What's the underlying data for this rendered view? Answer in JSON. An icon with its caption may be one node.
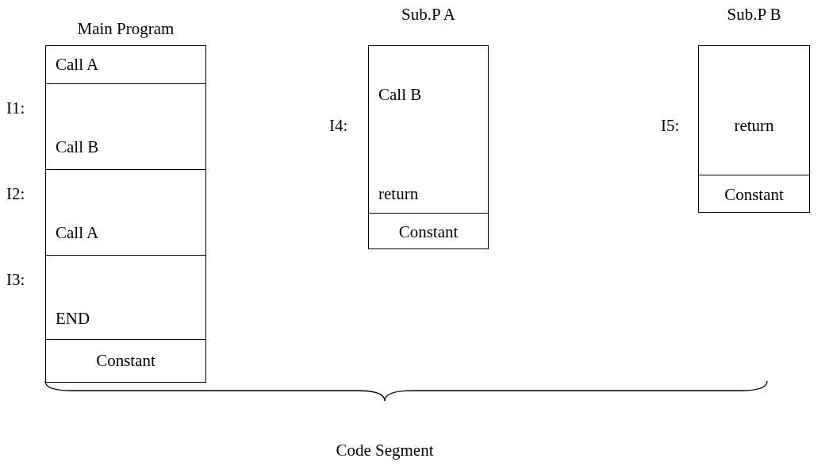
{
  "diagram": {
    "nodes": [
      {
        "text": [
          "Main Program"
        ]
      },
      {
        "text": [
          "Call A"
        ],
        "in": 0
      },
      {
        "text": [
          "Call B"
        ],
        "in": 0,
        "beside": [
          "I1:"
        ]
      },
      {
        "text": [
          "Call A"
        ],
        "in": 0,
        "beside": [
          "I2:"
        ]
      },
      {
        "text": [
          "END"
        ],
        "in": 0,
        "beside": [
          "I3:"
        ]
      },
      {
        "text": [
          "Constant"
        ],
        "in": 0
      },
      {
        "text": [
          "Sub.P A"
        ]
      },
      {
        "text": [
          "Call B",
          "return"
        ],
        "in": 6,
        "beside": [
          "I4:"
        ]
      },
      {
        "text": [
          "Constant"
        ],
        "in": 6
      },
      {
        "text": [
          "Sub.P B"
        ]
      },
      {
        "text": [
          "return"
        ],
        "in": 9,
        "beside": [
          "I5:"
        ]
      },
      {
        "text": [
          "Constant"
        ],
        "in": 9
      }
    ],
    "edges": [],
    "labels": [
      "Code Segment"
    ]
  }
}
